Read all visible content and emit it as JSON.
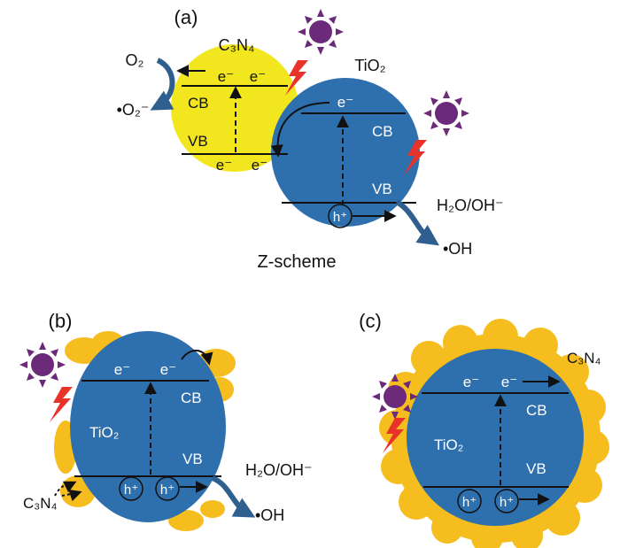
{
  "panels": {
    "a": {
      "label": "(a)",
      "c3n4": "C₃N₄",
      "tio2": "TiO₂",
      "o2": "O₂",
      "o2_radical": "•O₂⁻",
      "cb": "CB",
      "vb": "VB",
      "electron": "e⁻",
      "hole": "h⁺",
      "h2o_oh": "H₂O/OH⁻",
      "oh_radical": "•OH",
      "scheme": "Z-scheme"
    },
    "b": {
      "label": "(b)",
      "tio2": "TiO₂",
      "c3n4": "C₃N₄",
      "cb": "CB",
      "vb": "VB",
      "electron": "e⁻",
      "hole": "h⁺",
      "h2o_oh": "H₂O/OH⁻",
      "oh_radical": "•OH"
    },
    "c": {
      "label": "(c)",
      "tio2": "TiO₂",
      "c3n4": "C₃N₄",
      "cb": "CB",
      "vb": "VB",
      "electron": "e⁻",
      "hole": "h⁺"
    }
  },
  "colors": {
    "tio2": "#2e6fad",
    "c3n4": "#f2e61e",
    "c3n4_shell": "#f5bd1e",
    "sun": "#6b2a7a",
    "lightning": "#e8332b",
    "arrow": "#2e5f8f"
  }
}
